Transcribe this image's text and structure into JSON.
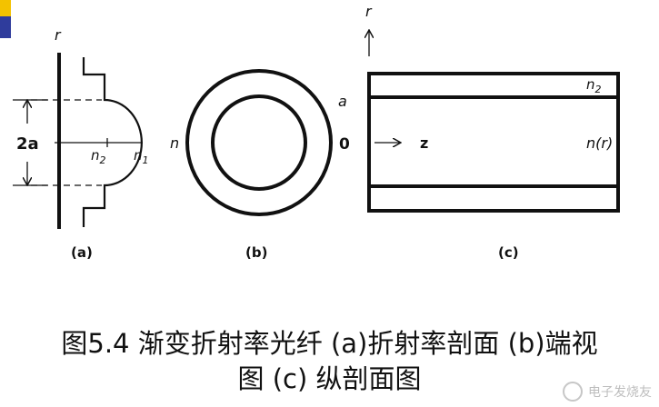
{
  "colors": {
    "corner_top": "#f3c200",
    "corner_bottom": "#2f3c9c",
    "ink": "#111111"
  },
  "figure_a": {
    "r_label": "r",
    "size_label": "2a",
    "n2_label": "n",
    "n2_sub": "2",
    "n1_label": "n",
    "n1_sub": "1",
    "panel_label": "(a)"
  },
  "figure_b": {
    "n_label": "n",
    "panel_label": "(b)"
  },
  "figure_c": {
    "r_label": "r",
    "a_label": "a",
    "origin_label": "0",
    "z_label": "z",
    "n2_label": "n",
    "n2_sub": "2",
    "nr_label": "n(r)",
    "panel_label": "(c)"
  },
  "caption": {
    "line1": "图5.4  渐变折射率光纤  (a)折射率剖面 (b)端视",
    "line2": "图 (c) 纵剖面图"
  },
  "watermark": {
    "text": "电子发烧友"
  }
}
